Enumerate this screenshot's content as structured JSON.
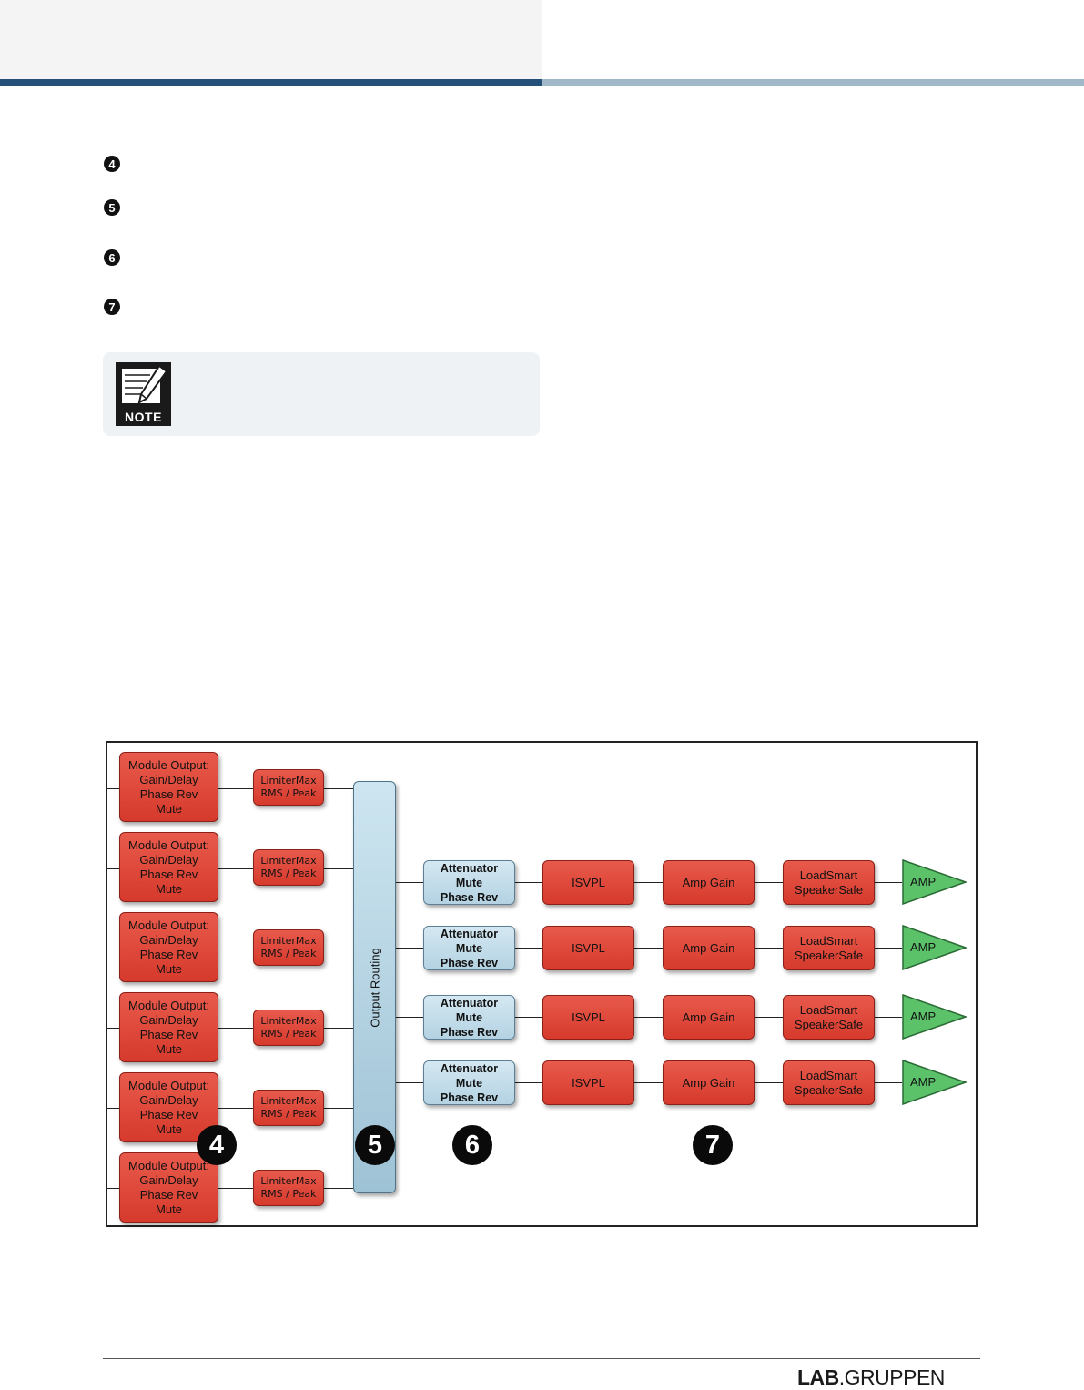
{
  "header": {
    "band_color": "#f4f4f4",
    "bar_dark_color": "#24507a",
    "bar_light_color": "#a0b8c8"
  },
  "bullets": [
    "4",
    "5",
    "6",
    "7"
  ],
  "note": {
    "label": "NOTE",
    "icon": "note-pencil-icon"
  },
  "diagram": {
    "modules": [
      {
        "lines": [
          "Module Output:",
          "Gain/Delay",
          "Phase Rev",
          "Mute"
        ]
      },
      {
        "lines": [
          "Module Output:",
          "Gain/Delay",
          "Phase Rev",
          "Mute"
        ]
      },
      {
        "lines": [
          "Module Output:",
          "Gain/Delay",
          "Phase Rev",
          "Mute"
        ]
      },
      {
        "lines": [
          "Module Output:",
          "Gain/Delay",
          "Phase Rev",
          "Mute"
        ]
      },
      {
        "lines": [
          "Module Output:",
          "Gain/Delay",
          "Phase Rev",
          "Mute"
        ]
      },
      {
        "lines": [
          "Module Output:",
          "Gain/Delay",
          "Phase Rev",
          "Mute"
        ]
      }
    ],
    "limiters": [
      {
        "lines": [
          "LimiterMax",
          "RMS / Peak"
        ]
      },
      {
        "lines": [
          "LimiterMax",
          "RMS / Peak"
        ]
      },
      {
        "lines": [
          "LimiterMax",
          "RMS / Peak"
        ]
      },
      {
        "lines": [
          "LimiterMax",
          "RMS / Peak"
        ]
      },
      {
        "lines": [
          "LimiterMax",
          "RMS / Peak"
        ]
      },
      {
        "lines": [
          "LimiterMax",
          "RMS / Peak"
        ]
      }
    ],
    "routing_label": "Output Routing",
    "channels": [
      {
        "attenuator": [
          "Attenuator",
          "Mute",
          "Phase Rev"
        ],
        "isvpl": "ISVPL",
        "amp_gain": "Amp Gain",
        "loadsmart": [
          "LoadSmart",
          "SpeakerSafe"
        ],
        "amp": "AMP"
      },
      {
        "attenuator": [
          "Attenuator",
          "Mute",
          "Phase Rev"
        ],
        "isvpl": "ISVPL",
        "amp_gain": "Amp Gain",
        "loadsmart": [
          "LoadSmart",
          "SpeakerSafe"
        ],
        "amp": "AMP"
      },
      {
        "attenuator": [
          "Attenuator",
          "Mute",
          "Phase Rev"
        ],
        "isvpl": "ISVPL",
        "amp_gain": "Amp Gain",
        "loadsmart": [
          "LoadSmart",
          "SpeakerSafe"
        ],
        "amp": "AMP"
      },
      {
        "attenuator": [
          "Attenuator",
          "Mute",
          "Phase Rev"
        ],
        "isvpl": "ISVPL",
        "amp_gain": "Amp Gain",
        "loadsmart": [
          "LoadSmart",
          "SpeakerSafe"
        ],
        "amp": "AMP"
      }
    ],
    "markers": [
      "4",
      "5",
      "6",
      "7"
    ],
    "colors": {
      "red_block": "#de4434",
      "blue_block": "#c4dfed",
      "amp_green": "#5cc26a"
    }
  },
  "footer": {
    "logo_left": "LAB",
    "logo_dot": ".",
    "logo_right": "GRUPPEN"
  }
}
